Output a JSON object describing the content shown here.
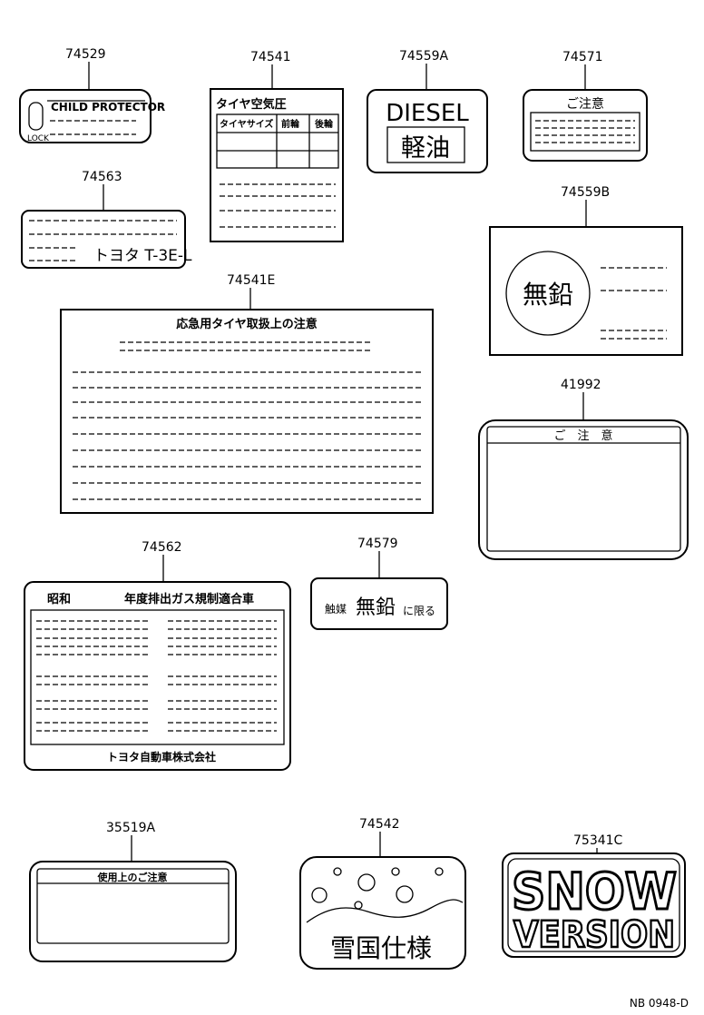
{
  "parts": {
    "p74529": {
      "number": "74529",
      "title": "CHILD PROTECTOR",
      "lock": "LOCK"
    },
    "p74541": {
      "number": "74541",
      "title": "タイヤ空気圧",
      "col1": "タイヤサイズ",
      "col2": "前輪",
      "col3": "後輪"
    },
    "p74559A": {
      "number": "74559A",
      "line1": "DIESEL",
      "line2": "軽油"
    },
    "p74571": {
      "number": "74571",
      "title": "ご注意"
    },
    "p74563": {
      "number": "74563",
      "text": "トヨタ T-3E-L"
    },
    "p74559B": {
      "number": "74559B",
      "circle": "無鉛"
    },
    "p74541E": {
      "number": "74541E",
      "title": "応急用タイヤ取扱上の注意"
    },
    "p41992": {
      "number": "41992",
      "title": "ご　注　意"
    },
    "p74562": {
      "number": "74562",
      "era": "昭和",
      "title": "年度排出ガス規制適合車",
      "footer": "トヨタ自動車株式会社"
    },
    "p74579": {
      "number": "74579",
      "small1": "触媒",
      "big": "無鉛",
      "small2": "に限る"
    },
    "p35519A": {
      "number": "35519A",
      "title": "使用上のご注意"
    },
    "p74542": {
      "number": "74542",
      "text": "雪国仕様"
    },
    "p75341C": {
      "number": "75341C",
      "line1": "SNOW",
      "line2": "VERSION"
    }
  },
  "drawing_id": "NB 0948-D"
}
